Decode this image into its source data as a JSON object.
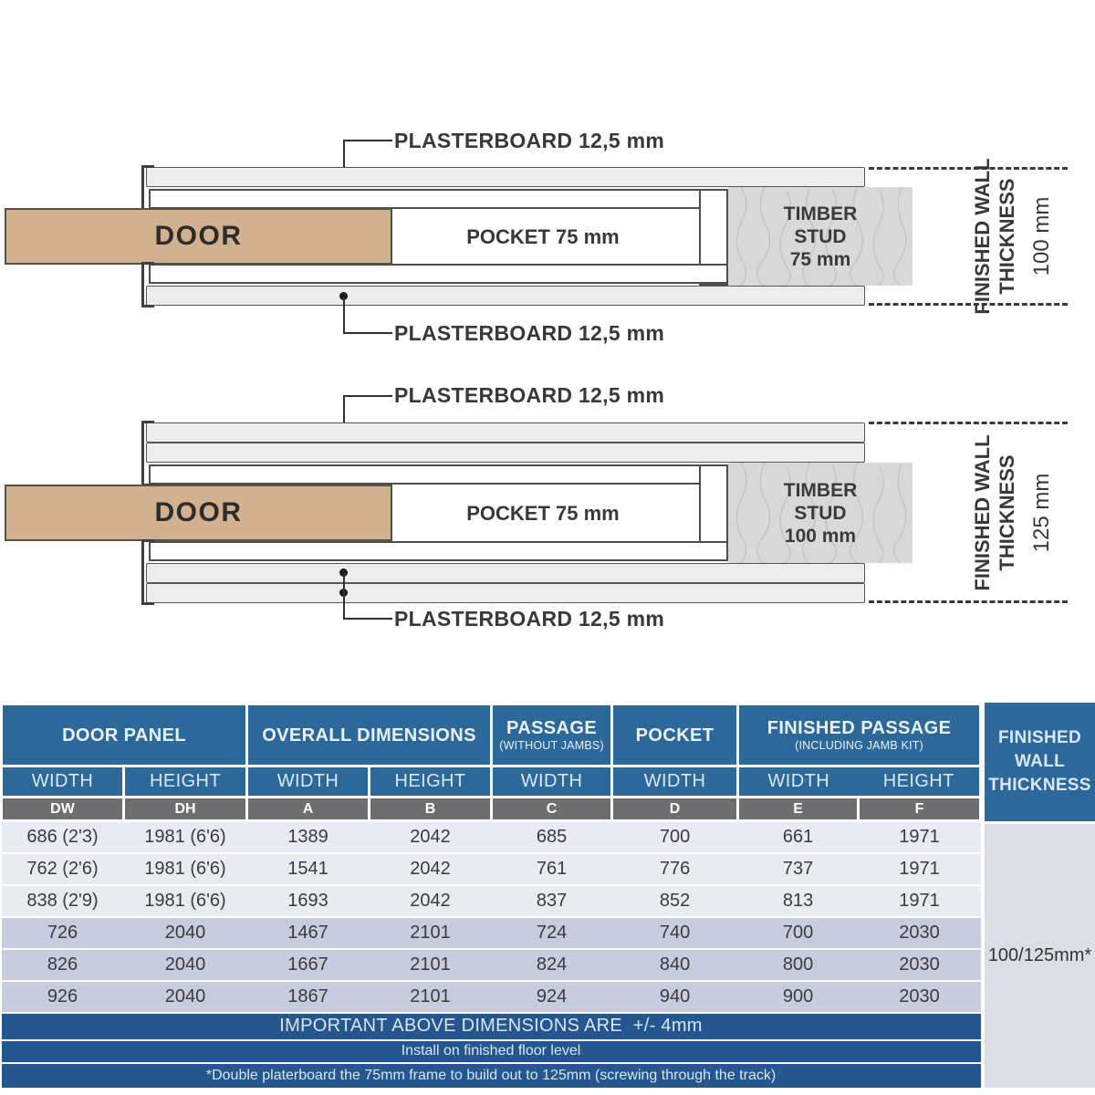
{
  "diagram1": {
    "plasterboard_top": "PLASTERBOARD 12,5 mm",
    "plasterboard_bottom": "PLASTERBOARD 12,5 mm",
    "door": "DOOR",
    "pocket": "POCKET 75 mm",
    "stud_line1": "TIMBER",
    "stud_line2": "STUD",
    "stud_line3": "75 mm",
    "wall_line1": "FINISHED WALL",
    "wall_line2": "THICKNESS",
    "wall_thickness": "100 mm"
  },
  "diagram2": {
    "plasterboard_top": "PLASTERBOARD 12,5 mm",
    "plasterboard_bottom": "PLASTERBOARD 12,5 mm",
    "door": "DOOR",
    "pocket": "POCKET 75 mm",
    "stud_line1": "TIMBER",
    "stud_line2": "STUD",
    "stud_line3": "100 mm",
    "wall_line1": "FINISHED WALL",
    "wall_line2": "THICKNESS",
    "wall_thickness": "125 mm"
  },
  "table": {
    "groups": [
      {
        "label": "DOOR PANEL",
        "note": ""
      },
      {
        "label": "OVERALL DIMENSIONS",
        "note": ""
      },
      {
        "label": "PASSAGE",
        "note": "(WITHOUT JAMBS)"
      },
      {
        "label": "POCKET",
        "note": ""
      },
      {
        "label": "FINISHED PASSAGE",
        "note": "(INCLUDING JAMB KIT)"
      }
    ],
    "sub_headers": [
      "WIDTH",
      "HEIGHT",
      "WIDTH",
      "HEIGHT",
      "WIDTH",
      "WIDTH",
      "WIDTH",
      "HEIGHT"
    ],
    "letters": [
      "DW",
      "DH",
      "A",
      "B",
      "C",
      "D",
      "E",
      "F"
    ],
    "rows": [
      [
        "686 (2'3)",
        "1981 (6'6)",
        "1389",
        "2042",
        "685",
        "700",
        "661",
        "1971"
      ],
      [
        "762 (2'6)",
        "1981 (6'6)",
        "1541",
        "2042",
        "761",
        "776",
        "737",
        "1971"
      ],
      [
        "838 (2'9)",
        "1981 (6'6)",
        "1693",
        "2042",
        "837",
        "852",
        "813",
        "1971"
      ],
      [
        "726",
        "2040",
        "1467",
        "2101",
        "724",
        "740",
        "700",
        "2030"
      ],
      [
        "826",
        "2040",
        "1667",
        "2101",
        "824",
        "840",
        "800",
        "2030"
      ],
      [
        "926",
        "2040",
        "1867",
        "2101",
        "924",
        "940",
        "900",
        "2030"
      ]
    ],
    "fwt_header": [
      "FINISHED",
      "WALL",
      "THICKNESS"
    ],
    "fwt_value": "100/125mm*",
    "footer": [
      "IMPORTANT ABOVE DIMENSIONS ARE  +/- 4mm",
      "Install on finished floor level",
      "*Double platerboard the 75mm frame to build out to 125mm (screwing through the track)"
    ]
  },
  "colors": {
    "header_blue": "#2d689b",
    "footer_blue": "#26568e",
    "letter_gray": "#6d6e70",
    "row_light": "#e9ebf3",
    "row_dark": "#c7cdde",
    "fwt_gray": "#dbdfe5",
    "door_tan": "#d2b190",
    "plasterboard_gray": "#ededed",
    "stud_gray": "#d9d9d9"
  }
}
